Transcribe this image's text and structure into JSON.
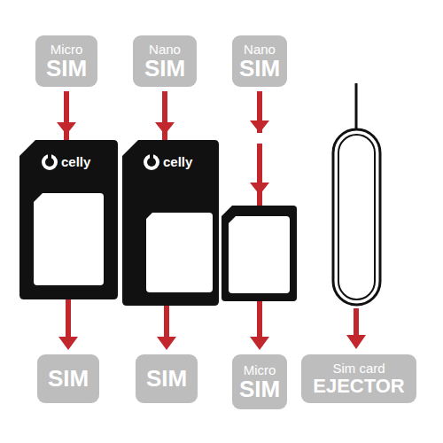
{
  "diagram": {
    "nodes": [
      {
        "text": [
          "Micro",
          "SIM"
        ]
      },
      {
        "text": [
          "Nano",
          "SIM"
        ]
      },
      {
        "text": [
          "Nano",
          "SIM"
        ]
      },
      {
        "text": [
          "SIM"
        ]
      },
      {
        "text": [
          "SIM"
        ]
      },
      {
        "text": [
          "Micro",
          "SIM"
        ]
      },
      {
        "text": [
          "Sim card",
          "EJECTOR"
        ]
      }
    ],
    "edges": [
      {
        "from": 0,
        "to": 3,
        "arrow": "to"
      },
      {
        "from": 1,
        "to": 4,
        "arrow": "to"
      },
      {
        "from": 2,
        "to": 5,
        "arrow": "to"
      }
    ],
    "labels": [
      "celly",
      "celly"
    ]
  }
}
